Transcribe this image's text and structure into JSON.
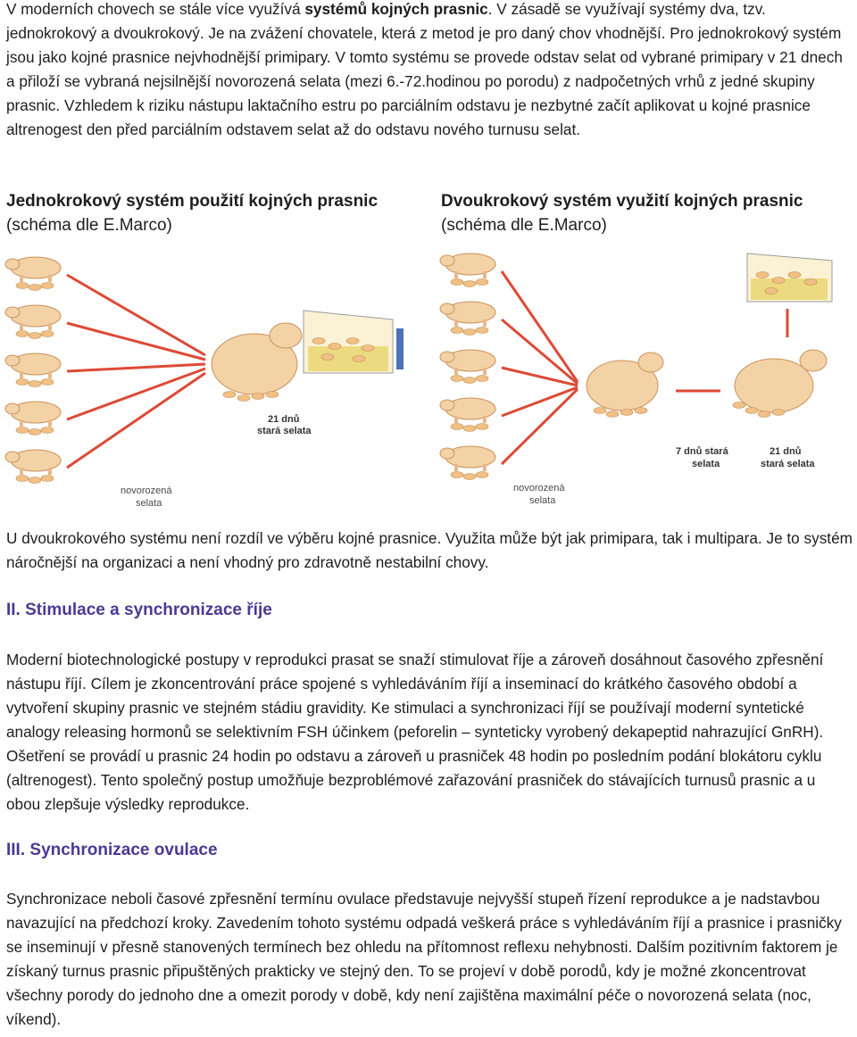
{
  "intro": {
    "before_bold": "V moderních chovech se stále více využívá ",
    "bold": "systémů kojných prasnic",
    "after_bold": ". V zásadě se využívají systémy dva, tzv. jednokrokový a dvoukrokový. Je na zvážení chovatele, která z metod je pro daný chov vhodnější. Pro jednokrokový systém jsou jako kojné prasnice nejvhodnější primipary. V tomto systému se provede odstav selat od vybrané primipary v 21 dnech a přiloží se vybraná nejsilnější novorozená selata (mezi 6.-72.hodinou po porodu) z nadpočetných vrhů z jedné skupiny prasnic. Vzhledem k riziku nástupu laktačního estru po parciálním odstavu je nezbytné začít aplikovat u kojné prasnice altrenogest den před parciálním odstavem selat až do odstavu nového turnusu selat."
  },
  "figures": {
    "left": {
      "title": "Jednokrokový systém použití kojných prasnic",
      "subtitle": "(schéma dle E.Marco)",
      "label_old_1": "21 dnů",
      "label_old_2": "stará selata",
      "label_new_1": "novorozená",
      "label_new_2": "selata"
    },
    "right": {
      "title": "Dvoukrokový systém využití kojných prasnic",
      "subtitle": "(schéma dle E.Marco)",
      "label_mid_1": "7 dnů stará",
      "label_mid_2": "selata",
      "label_old_1": "21 dnů",
      "label_old_2": "stará selata",
      "label_new_1": "novorozená",
      "label_new_2": "selata"
    }
  },
  "after_figures": "U dvoukrokového systému není rozdíl ve výběru kojné prasnice. Využita může být jak primipara, tak i multipara. Je to systém náročnější na organizaci a není vhodný pro zdravotně nestabilní chovy.",
  "section2": {
    "heading": "II. Stimulace a synchronizace říje",
    "body": "Moderní biotechnologické postupy v reprodukci prasat se snaží stimulovat říje a zároveň dosáhnout časového zpřesnění nástupu říjí. Cílem je zkoncentrování práce spojené s vyhledáváním říjí a inseminací do krátkého časového období a vytvoření skupiny prasnic ve stejném stádiu gravidity. Ke stimulaci a synchronizaci říjí se používají moderní syntetické analogy releasing hormonů se selektivním FSH účinkem (peforelin – synteticky vyrobený dekapeptid nahrazující GnRH). Ošetření se provádí u prasnic 24 hodin po odstavu a zároveň u prasniček 48 hodin po posledním podání blokátoru cyklu (altrenogest). Tento společný postup umožňuje bezproblémové zařazování prasniček do stávajících turnusů prasnic a u obou zlepšuje výsledky reprodukce."
  },
  "section3": {
    "heading": "III. Synchronizace ovulace",
    "body": "Synchronizace neboli časové zpřesnění termínu ovulace představuje nejvyšší stupeň řízení reprodukce a je nadstavbou navazující na předchozí kroky. Zavedením tohoto systému odpadá veškerá práce s vyhledáváním říjí a prasnice i prasničky se inseminují v přesně stanovených termínech bez ohledu na přítomnost reflexu nehybnosti. Dalším pozitivním faktorem je získaný turnus prasnic připuštěných prakticky ve stejný den. To se projeví v době porodů, kdy je možné zkoncentrovat všechny porody do jednoho dne a omezit porody v době, kdy není zajištěna maximální péče o novorozená selata (noc, víkend)."
  },
  "colors": {
    "heading": "#4b3a93",
    "sow": "#f3d2a6",
    "piglet": "#f0c085",
    "straw": "#e9d36a",
    "feeder": "#4a73b8",
    "arrow": "#dd4a36"
  }
}
